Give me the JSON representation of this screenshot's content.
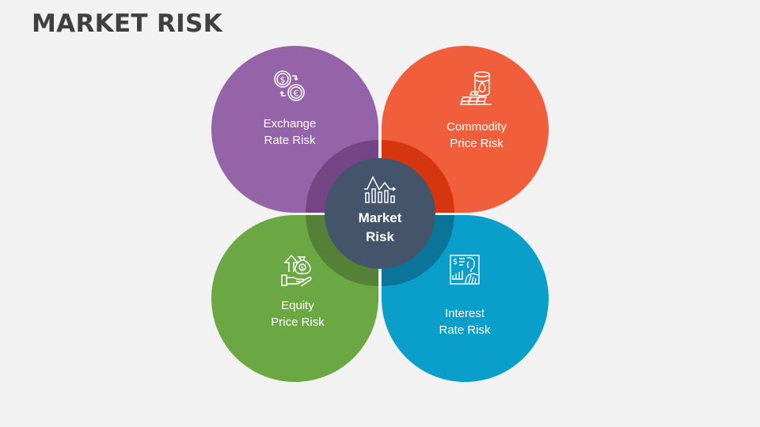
{
  "title": "MARKET RISK",
  "colors": {
    "background": "#F2F2F2",
    "title": "#404040",
    "center": "#44546A"
  },
  "center": {
    "label": "Market\nRisk",
    "icon": "market-chart-icon"
  },
  "petals": [
    {
      "id": "exchange-rate-risk",
      "label": "Exchange\nRate Risk",
      "icon": "currency-exchange-icon",
      "color": "#9563A8",
      "ring_color": "#744585",
      "position": "top-left"
    },
    {
      "id": "commodity-price-risk",
      "label": "Commodity\nPrice Risk",
      "icon": "oil-barrel-gold-icon",
      "color": "#F15E3C",
      "ring_color": "#D5350F",
      "position": "top-right"
    },
    {
      "id": "equity-price-risk",
      "label": "Equity\nPrice Risk",
      "icon": "money-bag-hand-icon",
      "color": "#6BA843",
      "ring_color": "#548135",
      "position": "bottom-left"
    },
    {
      "id": "interest-rate-risk",
      "label": "Interest\nRate Risk",
      "icon": "financial-analyst-icon",
      "color": "#0A9ECB",
      "ring_color": "#0B7599",
      "position": "bottom-right"
    }
  ]
}
